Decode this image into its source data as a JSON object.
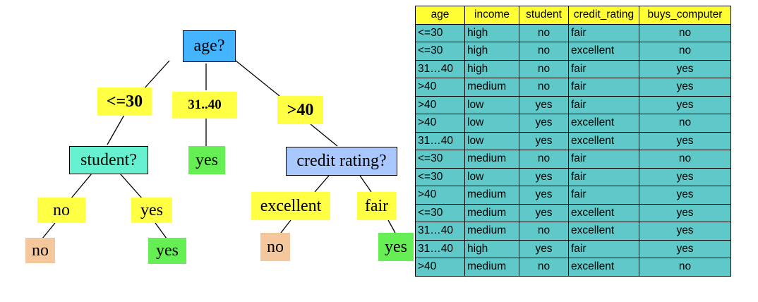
{
  "tree": {
    "root": {
      "label": "age?",
      "color": "#44b4ff"
    },
    "age_branches": {
      "le30": "<=30",
      "mid": "31..40",
      "gt40": ">40"
    },
    "student_node": {
      "label": "student?",
      "color": "#66f0d0"
    },
    "student_branches": {
      "no": "no",
      "yes": "yes"
    },
    "credit_node": {
      "label": "credit rating?",
      "color": "#a8c8ff"
    },
    "credit_branches": {
      "excellent": "excellent",
      "fair": "fair"
    },
    "leaves": {
      "student_no": "no",
      "student_yes": "yes",
      "mid_yes": "yes",
      "credit_excellent": "no",
      "credit_fair": "yes"
    },
    "colors": {
      "branch": "#ffff44",
      "leaf_yes": "#66ee55",
      "leaf_no": "#f4c89c",
      "line": "#000000"
    }
  },
  "table": {
    "headers": [
      "age",
      "income",
      "student",
      "credit_rating",
      "buys_computer"
    ],
    "rows": [
      [
        "<=30",
        "high",
        "no",
        "fair",
        "no"
      ],
      [
        "<=30",
        "high",
        "no",
        "excellent",
        "no"
      ],
      [
        "31…40",
        "high",
        "no",
        "fair",
        "yes"
      ],
      [
        ">40",
        "medium",
        "no",
        "fair",
        "yes"
      ],
      [
        ">40",
        "low",
        "yes",
        "fair",
        "yes"
      ],
      [
        ">40",
        "low",
        "yes",
        "excellent",
        "no"
      ],
      [
        "31…40",
        "low",
        "yes",
        "excellent",
        "yes"
      ],
      [
        "<=30",
        "medium",
        "no",
        "fair",
        "no"
      ],
      [
        "<=30",
        "low",
        "yes",
        "fair",
        "yes"
      ],
      [
        ">40",
        "medium",
        "yes",
        "fair",
        "yes"
      ],
      [
        "<=30",
        "medium",
        "yes",
        "excellent",
        "yes"
      ],
      [
        "31…40",
        "medium",
        "no",
        "excellent",
        "yes"
      ],
      [
        "31…40",
        "high",
        "yes",
        "fair",
        "yes"
      ],
      [
        ">40",
        "medium",
        "no",
        "excellent",
        "no"
      ]
    ],
    "header_color": "#ffff33",
    "cell_color": "#5fc8c8"
  }
}
